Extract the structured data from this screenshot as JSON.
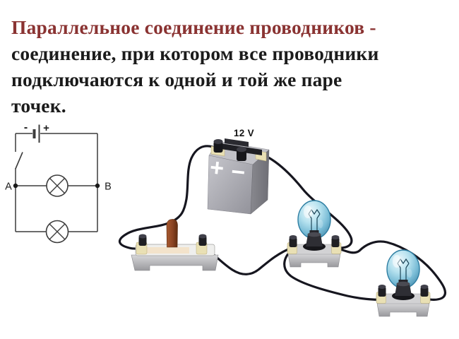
{
  "slide_title": {
    "lines": [
      "Параллельное соединение проводников -",
      "соединение, при котором все проводники",
      "подключаются к одной и той же паре",
      "точек."
    ]
  },
  "schematic": {
    "battery_minus_label": "-",
    "battery_plus_label": "+",
    "node_a_label": "A",
    "node_b_label": "B"
  },
  "photo_circuit": {
    "battery_voltage_label": "12 V",
    "battery_plus_label": "+",
    "battery_minus_label": "−"
  },
  "colors": {
    "accent": "#8a3332",
    "text": "#1b1b1b",
    "schematic-line": "#3c3c3c",
    "wire": "#16161f",
    "insulator-cream": "#e9e0b4",
    "bulb-stroke": "#2e7ea2",
    "handle-brown": "#8a4423",
    "battery-gray": "#a9a9b0"
  }
}
